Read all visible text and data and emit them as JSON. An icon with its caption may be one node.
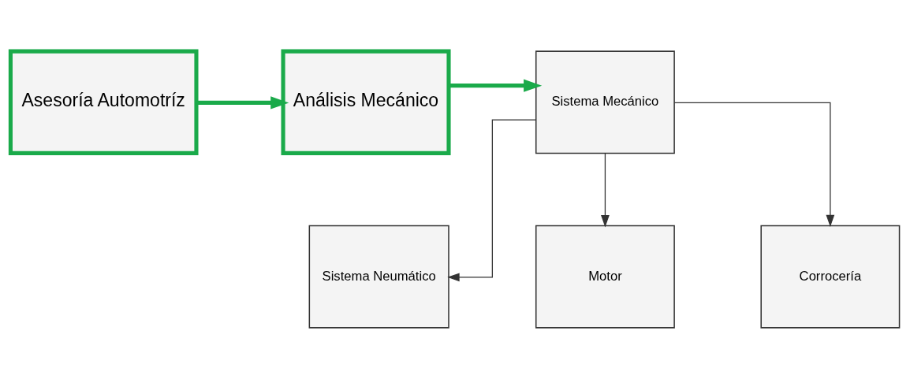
{
  "diagram": {
    "nodes": [
      {
        "text": [
          "Sistema Mecánico"
        ]
      },
      {
        "text": [
          "Análisis Mecánico"
        ]
      },
      {
        "text": [
          "Asesoría Automotríz"
        ]
      },
      {
        "text": [
          "Sistema Neumático"
        ]
      },
      {
        "text": [
          "Motor"
        ]
      },
      {
        "text": [
          "Corrocería"
        ]
      }
    ],
    "edges": [
      {
        "from": 1,
        "to": 0,
        "arrow": "to",
        "style": "thick",
        "color": "#1aaa4a"
      },
      {
        "from": 2,
        "to": 1,
        "arrow": "to",
        "style": "thick",
        "color": "#1aaa4a"
      },
      {
        "from": 0,
        "to": 3,
        "arrow": "to"
      },
      {
        "from": 0,
        "to": 4,
        "arrow": "to"
      },
      {
        "from": 0,
        "to": 5,
        "arrow": "to"
      }
    ]
  }
}
